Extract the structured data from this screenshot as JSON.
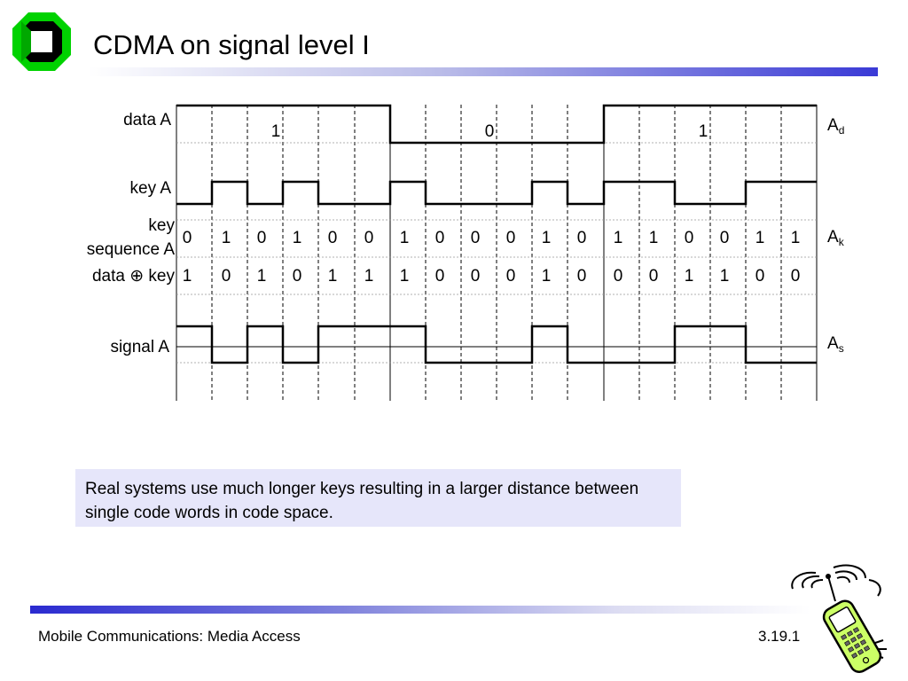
{
  "slide": {
    "title": "CDMA on signal level I",
    "footer_left": "Mobile Communications: Media Access",
    "footer_right": "3.19.1",
    "note": "Real systems use much longer keys resulting in a larger distance between single code words in code space."
  },
  "diagram": {
    "row_labels": {
      "data": "data A",
      "key": "key A",
      "key_sequence_line1": "key",
      "key_sequence_line2": "sequence A",
      "xor_prefix": "data",
      "xor_symbol": "⊕",
      "xor_suffix": "key",
      "signal": "signal A"
    },
    "right_labels": {
      "data": {
        "main": "A",
        "sub": "d"
      },
      "key": {
        "main": "A",
        "sub": "k"
      },
      "signal": {
        "main": "A",
        "sub": "s"
      }
    },
    "data_bits": [
      "1",
      "0",
      "1"
    ],
    "key_sequence": [
      "0",
      "1",
      "0",
      "1",
      "0",
      "0",
      "1",
      "0",
      "0",
      "0",
      "1",
      "0",
      "1",
      "1",
      "0",
      "0",
      "1",
      "1"
    ],
    "xor_sequence": [
      "1",
      "0",
      "1",
      "0",
      "1",
      "1",
      "1",
      "0",
      "0",
      "0",
      "1",
      "0",
      "0",
      "0",
      "1",
      "1",
      "0",
      "0"
    ]
  },
  "colors": {
    "accent": "#3a3ad6",
    "logo_green": "#00d200",
    "note_background": "#e6e6fa",
    "phone_green": "#ccff66"
  }
}
